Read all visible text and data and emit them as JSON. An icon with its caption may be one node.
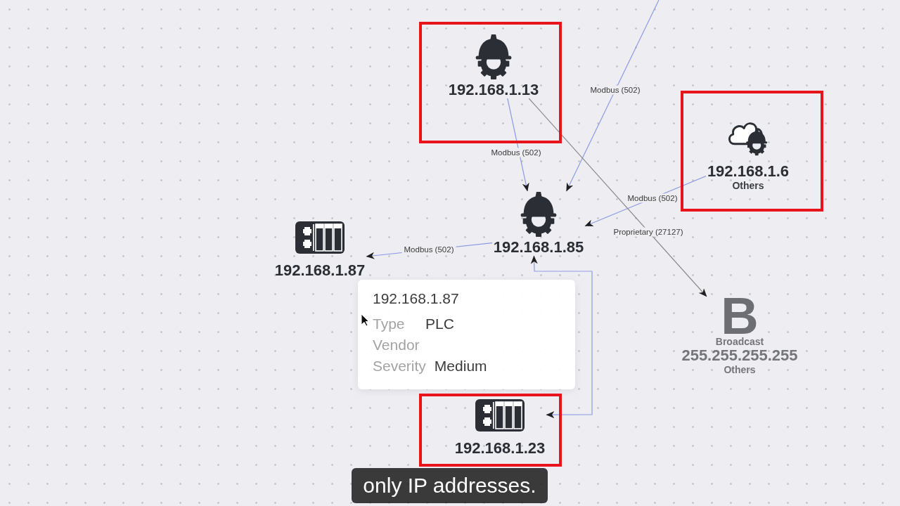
{
  "diagram": {
    "nodes": [
      {
        "text": [],
        "shape": "box"
      },
      {
        "text": [
          "192.168.1.13"
        ],
        "in": 0
      },
      {
        "text": [],
        "shape": "box"
      },
      {
        "text": [
          "192.168.1.6",
          "Others"
        ],
        "in": 2
      },
      {
        "text": [
          "192.168.1.87"
        ]
      },
      {
        "text": [
          "192.168.1.85"
        ]
      },
      {
        "text": [
          "192.168.1.87",
          "Type",
          "PLC",
          "Vendor",
          "Severity",
          "Medium"
        ]
      },
      {
        "text": [
          "B",
          "Broadcast",
          "255.255.255.255",
          "Others"
        ]
      },
      {
        "text": [],
        "shape": "box"
      },
      {
        "text": [
          "192.168.1.23"
        ],
        "in": 8
      }
    ],
    "edges": [
      {
        "from": null,
        "to": 5,
        "arrow": "to",
        "label": "Modbus (502)"
      },
      {
        "from": 1,
        "to": 5,
        "arrow": "to",
        "label": "Modbus (502)"
      },
      {
        "from": 3,
        "to": 5,
        "arrow": "to",
        "label": "Modbus (502)"
      },
      {
        "from": 5,
        "to": 4,
        "arrow": "to",
        "label": "Modbus (502)"
      },
      {
        "from": 1,
        "to": 7,
        "arrow": "to",
        "label": "Proprietary (27127)",
        "color": "#8c8c8c"
      },
      {
        "from": 9,
        "to": 5,
        "arrow": "both"
      }
    ],
    "caption": "only IP addresses."
  }
}
